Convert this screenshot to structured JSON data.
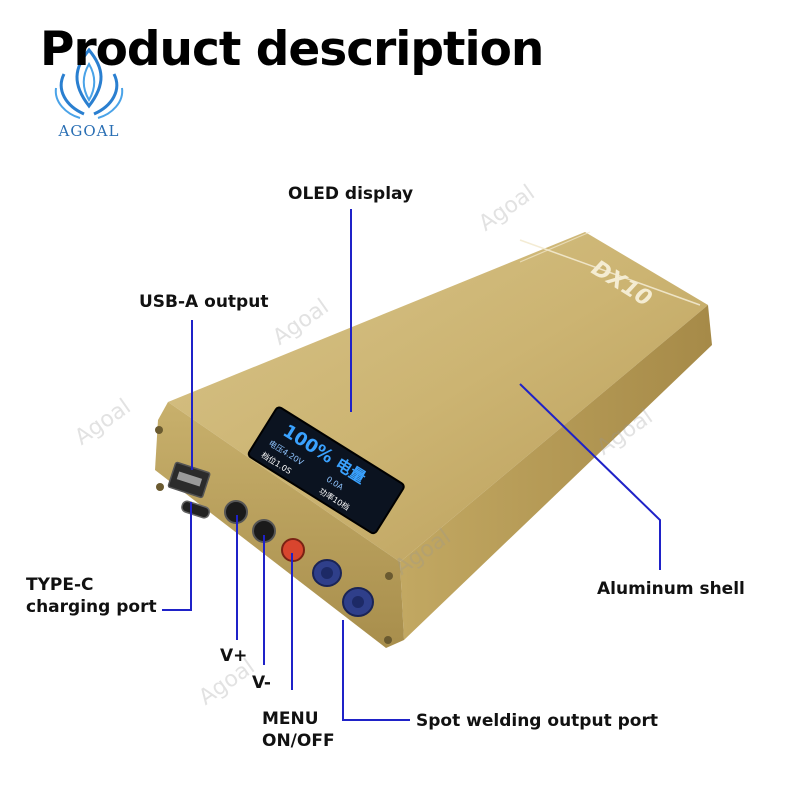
{
  "header": {
    "title": "Product description"
  },
  "brand": {
    "logo_text": "AGOAL",
    "watermark": "Agoal"
  },
  "device": {
    "badge": "DX10"
  },
  "display": {
    "line1": "100%",
    "line2": "电量",
    "line3": "电压4.20V",
    "line4": "0.0A",
    "line5": "档位1.0S",
    "line6": "功率10档"
  },
  "labels": {
    "oled": "OLED display",
    "usb_a": "USB-A output",
    "type_c_1": "TYPE-C",
    "type_c_2": "charging port",
    "v_plus": "V+",
    "v_minus": "V-",
    "menu_1": "MENU",
    "menu_2": "ON/OFF",
    "spot": "Spot welding output port",
    "aluminum": "Aluminum shell"
  },
  "colors": {
    "shell": "#c9b06a",
    "leader": "#1f22c8",
    "screen": "#0b1320",
    "screen_text": "#3aa2ff"
  }
}
